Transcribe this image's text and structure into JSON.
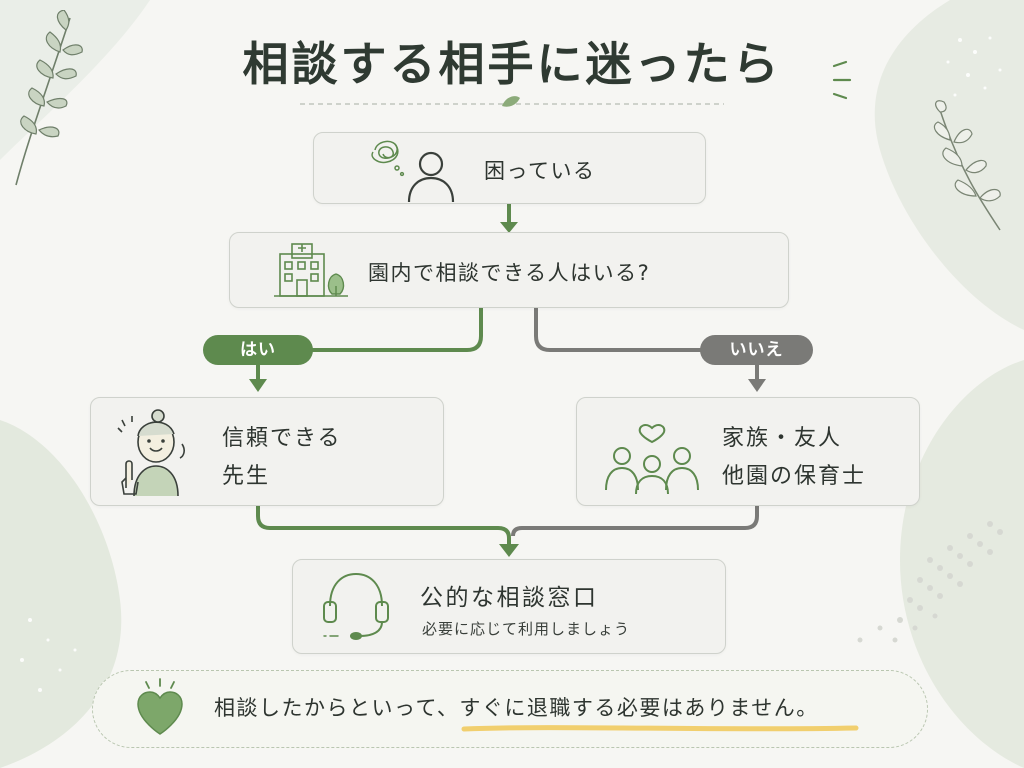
{
  "title": "相談する相手に迷ったら",
  "nodes": {
    "troubled": "困っている",
    "question": "園内で相談できる人はいる?",
    "yes_label": "はい",
    "no_label": "いいえ",
    "yes_line1": "信頼できる",
    "yes_line2": "先生",
    "no_line1": "家族・友人",
    "no_line2": "他園の保育士",
    "public_title": "公的な相談窓口",
    "public_sub": "必要に応じて利用しましょう"
  },
  "note": {
    "before": "相談したからといって、",
    "highlight": "すぐに退職する必要はありません。"
  },
  "colors": {
    "green": "#5e8a4e",
    "gray": "#7a7a77",
    "title": "#2f3a32",
    "underline": "#f1cf6e"
  },
  "icons": [
    "leaf-branch-icon",
    "tangled-thought-icon",
    "person-icon",
    "building-icon",
    "teacher-icon",
    "people-group-icon",
    "heart-icon",
    "headset-icon",
    "heart-sparkle-icon"
  ]
}
